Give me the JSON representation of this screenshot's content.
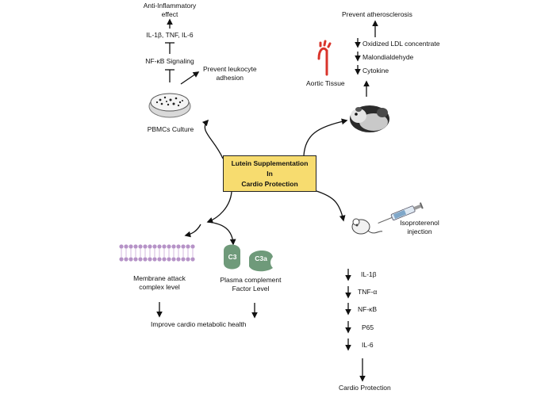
{
  "center": {
    "line1": "Lutein Supplementation",
    "line2": "In",
    "line3": "Cardio Protection"
  },
  "pbmc": {
    "anti_inflammatory_line1": "Anti-Inflammatory",
    "anti_inflammatory_line2": "effect",
    "cytokines": "IL-1β, TNF, IL-6",
    "nfkb_signaling": "NF-κB Signaling",
    "leukocyte_line1": "Prevent leukocyte",
    "leukocyte_line2": "adhesion",
    "culture_label": "PBMCs Culture"
  },
  "aortic": {
    "prevent_atherosclerosis": "Prevent atherosclerosis",
    "markers": [
      "Oxidized LDL concentrate",
      "Malondialdehyde",
      "Cytokine"
    ],
    "tissue_label": "Aortic Tissue"
  },
  "complement": {
    "mac_line1": "Membrane attack",
    "mac_line2": "complex level",
    "plasma_line1": "Plasma complement",
    "plasma_line2": "Factor Level",
    "c3": "C3",
    "c3a": "C3a",
    "outcome": "Improve cardio metabolic health"
  },
  "isoproterenol": {
    "injection_line1": "Isoproterenol",
    "injection_line2": "injection",
    "markers": [
      "IL-1β",
      "TNF-α",
      "NF-κB",
      "P65",
      "IL-6"
    ],
    "outcome": "Cardio Protection"
  },
  "colors": {
    "box_fill": "#f7dc6f",
    "complement_green": "#6f9a7a",
    "aorta_red": "#d9342b",
    "membrane_purple": "#b693c7"
  },
  "icons": [
    "petri-dish-icon",
    "aorta-icon",
    "guinea-pig-icon",
    "rat-icon",
    "syringe-icon",
    "membrane-icon",
    "c3-protein-icon",
    "c3a-protein-icon"
  ]
}
